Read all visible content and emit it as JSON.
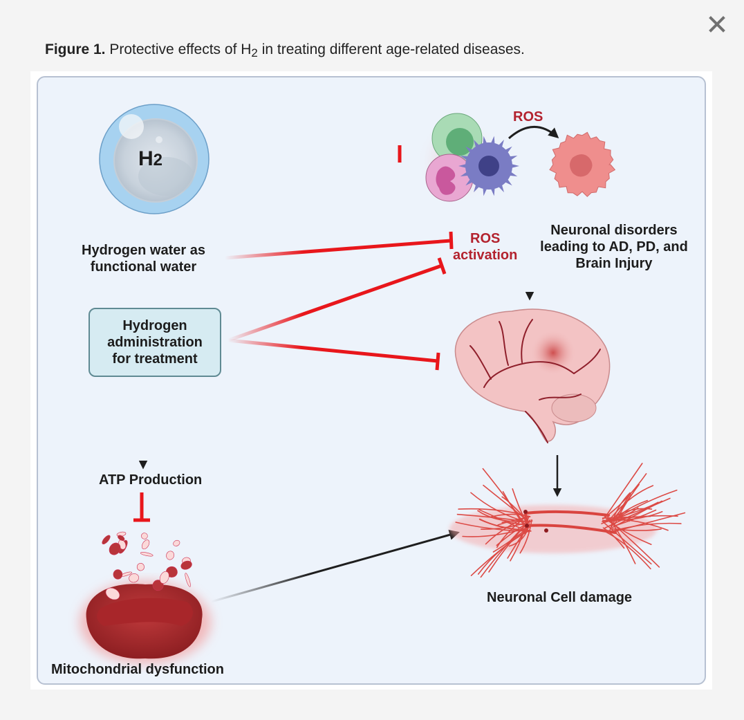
{
  "caption": {
    "prefix": "Figure 1.",
    "text_before_sub": " Protective effects of H",
    "subscript": "2",
    "text_after_sub": " in treating different age-related diseases."
  },
  "close_button": {
    "icon": "close-icon",
    "label": "×"
  },
  "diagram": {
    "nodes": {
      "h2_molecule": {
        "label": "H2",
        "label_main": "H",
        "label_sub": "2"
      },
      "hydrogen_water": {
        "label": "Hydrogen water as\nfunctional water",
        "line1": "Hydrogen water as",
        "line2": "functional water"
      },
      "hydrogen_administration": {
        "label": "Hydrogen\nadministration\nfor treatment"
      },
      "ros_top": {
        "label": "ROS"
      },
      "ros_activation": {
        "line1": "ROS",
        "line2": "activation"
      },
      "neuronal_disorders": {
        "line1": "Neuronal disorders",
        "line2": "leading to AD, PD, and",
        "line3": "Brain Injury"
      },
      "atp_production": {
        "label": "ATP Production"
      },
      "mitochondrial_dysfunction": {
        "label": "Mitochondrial dysfunction"
      },
      "neuronal_cell_damage": {
        "label": "Neuronal Cell damage"
      }
    },
    "edges": [
      {
        "from": "H2",
        "to": "Immune cells",
        "type": "inhibit"
      },
      {
        "from": "Hydrogen water as functional water",
        "to": "ROS activation",
        "type": "inhibit"
      },
      {
        "from": "Hydrogen administration for treatment",
        "to": "ROS activation",
        "type": "inhibit"
      },
      {
        "from": "Hydrogen administration for treatment",
        "to": "Brain",
        "type": "inhibit"
      },
      {
        "from": "Hydrogen administration for treatment",
        "to": "ATP Production",
        "type": "activate"
      },
      {
        "from": "ATP Production",
        "to": "Mitochondrial dysfunction",
        "type": "inhibit"
      },
      {
        "from": "Mitochondrial dysfunction",
        "to": "Neuronal Cell damage",
        "type": "activate"
      },
      {
        "from": "Immune cells",
        "to": "Damaged cell",
        "type": "activate",
        "label": "ROS"
      },
      {
        "from": "Immune cells",
        "to": "Brain",
        "type": "activate"
      },
      {
        "from": "Brain",
        "to": "Neuronal Cell damage",
        "type": "activate"
      }
    ],
    "colors": {
      "inhibit": "#e8161b",
      "activate": "#1e1e1e",
      "panel_bg": "#edf3fb",
      "panel_border": "#b7c1d2",
      "box_bg": "#d6ebf2",
      "box_border": "#5f8a93",
      "ros_text": "#b3222e"
    }
  }
}
